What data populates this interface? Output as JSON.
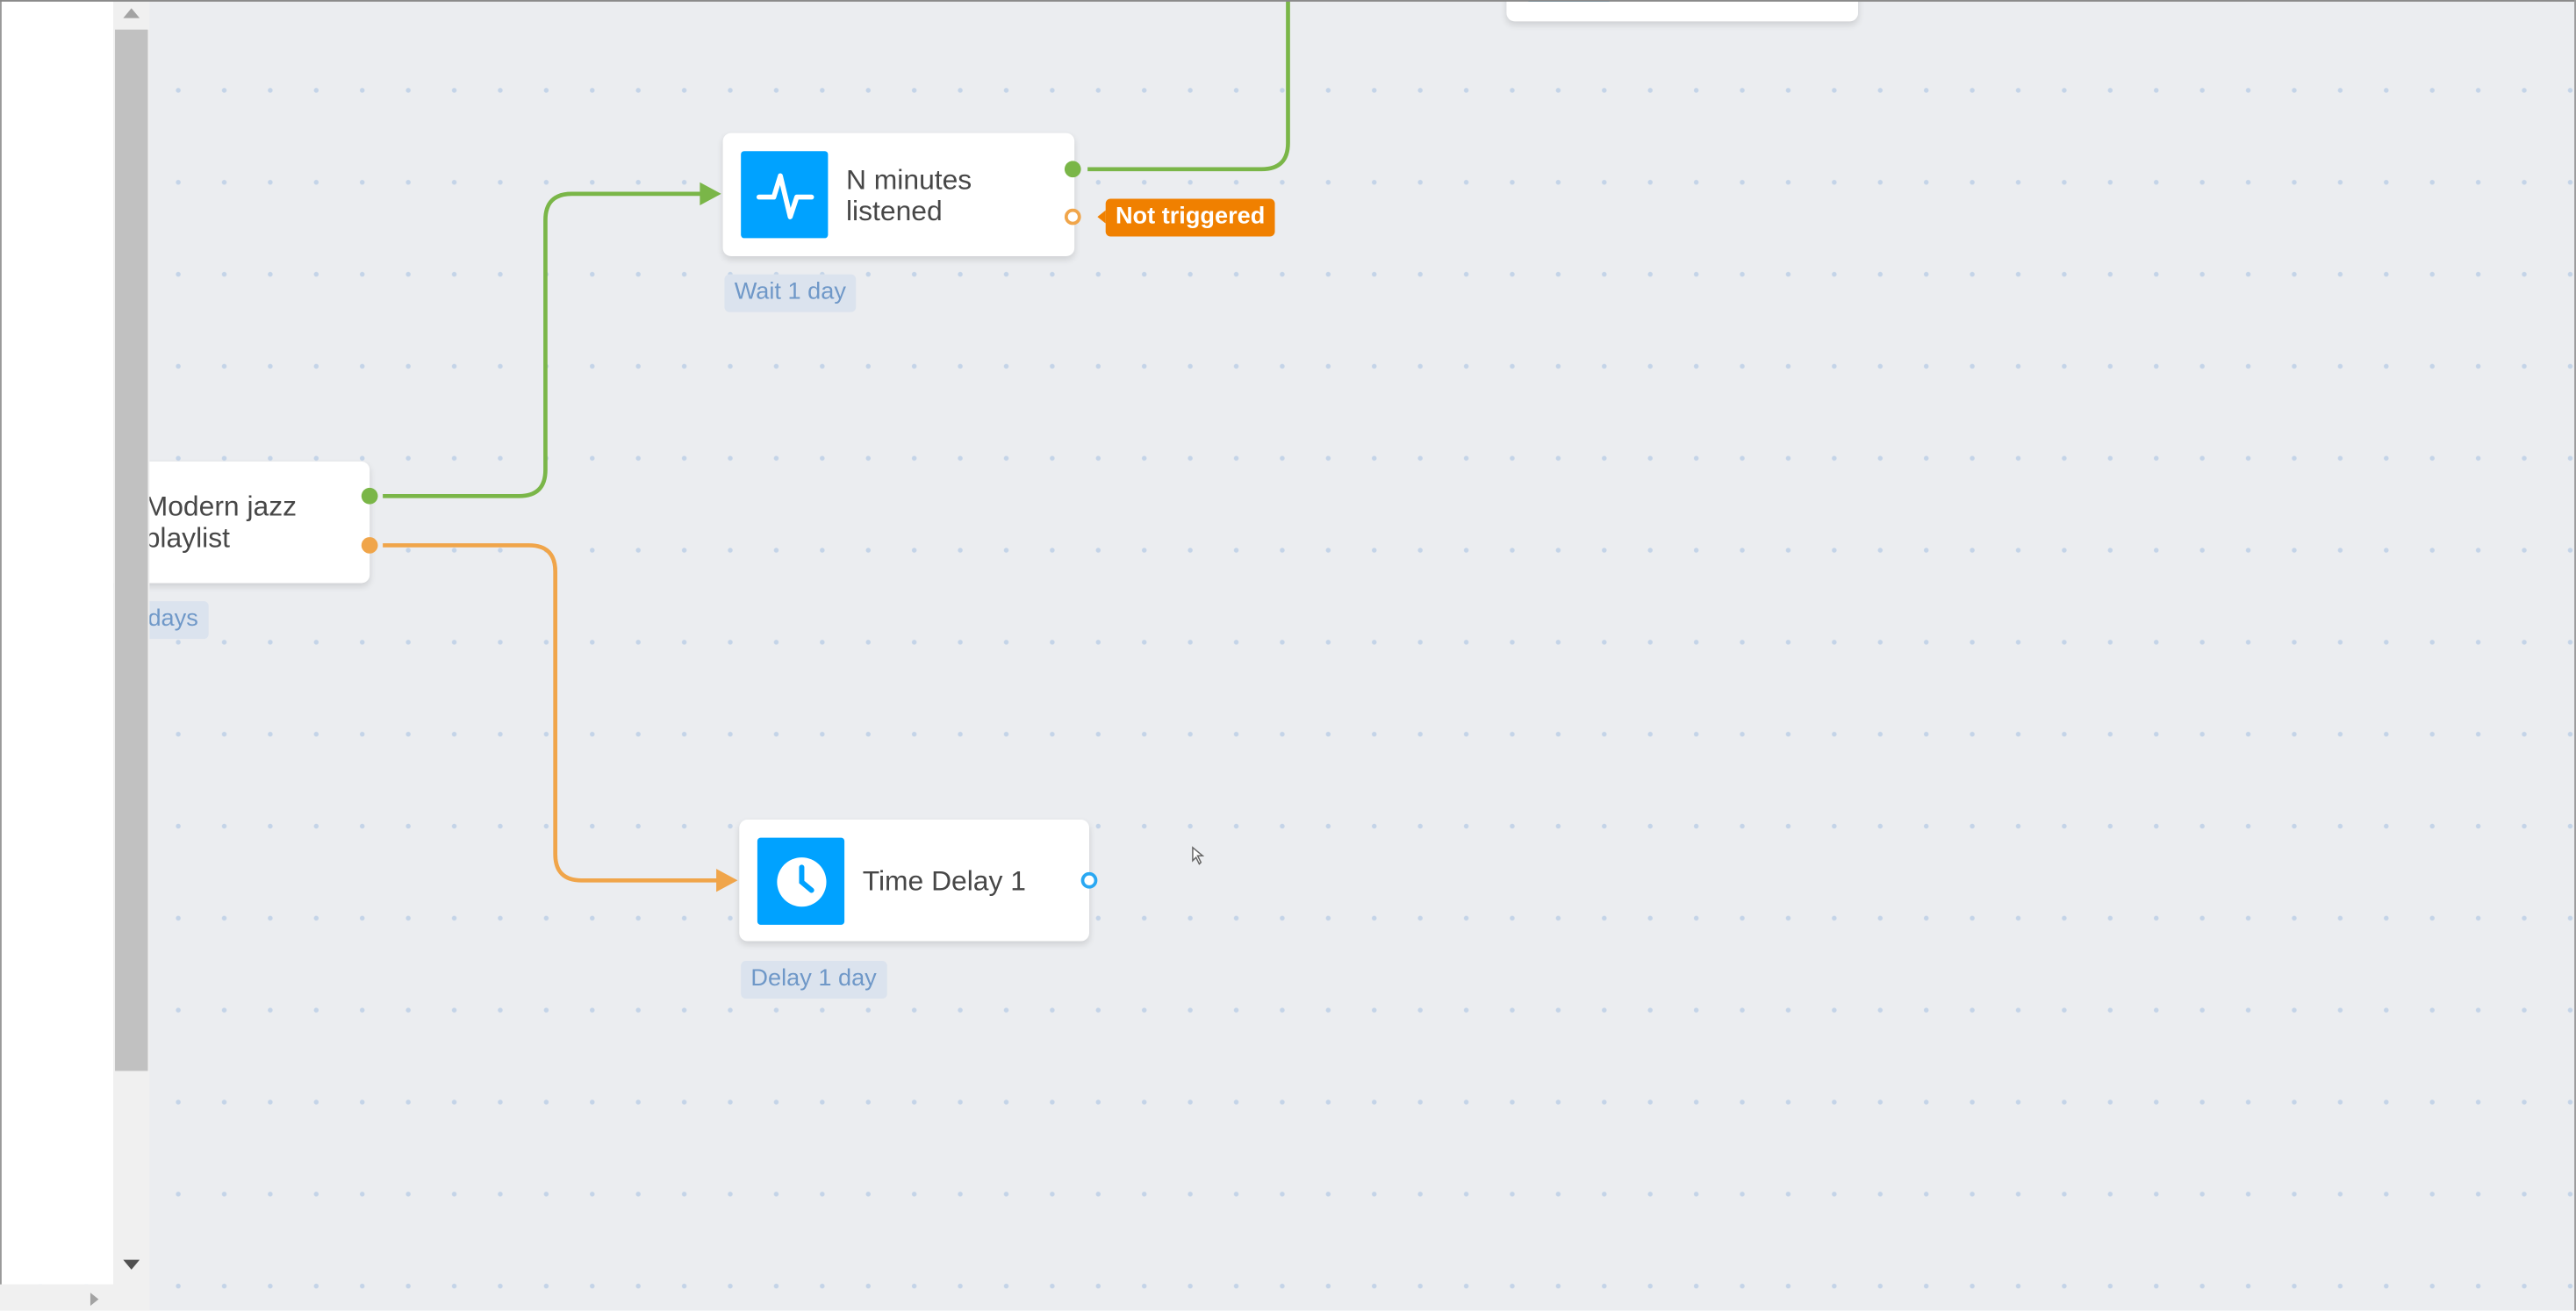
{
  "nodes": {
    "n_minutes": {
      "title_line1": "N minutes",
      "title_line2": "listened",
      "icon": "pulse-icon",
      "tag": "Wait 1 day",
      "status_badge": "Not triggered"
    },
    "modern_jazz": {
      "title_line1": "Modern jazz",
      "title_line2": "playlist",
      "tag": "days"
    },
    "time_delay": {
      "title": "Time Delay 1",
      "icon": "clock-icon",
      "tag": "Delay 1 day"
    }
  },
  "colors": {
    "accent": "#00a2ff",
    "yes_path": "#7ab648",
    "no_path": "#f0a54a",
    "badge": "#f08000",
    "canvas": "#ebedf0"
  }
}
